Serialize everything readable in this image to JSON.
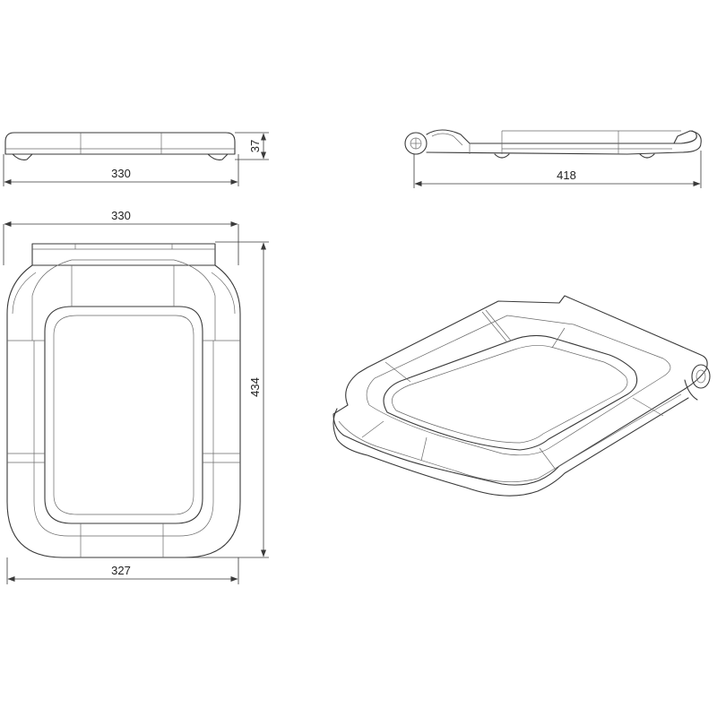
{
  "dimensions": {
    "front_width": "330",
    "front_height": "37",
    "side_length": "418",
    "top_width": "330",
    "top_length": "434",
    "bottom_width": "327"
  },
  "colors": {
    "line": "#3a3a3a",
    "background": "#ffffff"
  }
}
